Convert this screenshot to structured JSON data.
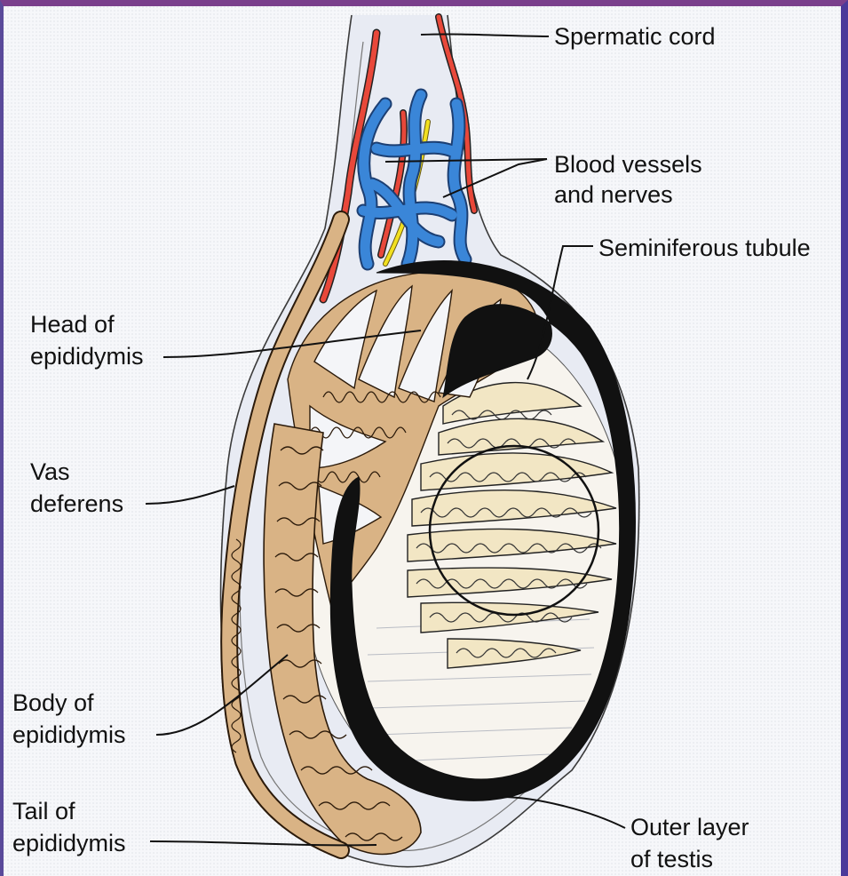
{
  "labels": {
    "spermatic_cord": "Spermatic cord",
    "blood_vessels_1": "Blood vessels",
    "blood_vessels_2": "and nerves",
    "seminiferous_tubule": "Seminiferous tubule",
    "head_epididymis_1": "Head of",
    "head_epididymis_2": "epididymis",
    "vas_deferens_1": "Vas",
    "vas_deferens_2": "deferens",
    "body_epididymis_1": "Body of",
    "body_epididymis_2": "epididymis",
    "tail_epididymis_1": "Tail of",
    "tail_epididymis_2": "epididymis",
    "outer_layer_1": "Outer layer",
    "outer_layer_2": "of testis"
  },
  "colors": {
    "background": "#f4f5f8",
    "frame": "#5a2a7a",
    "tubule_fill": "#d9b385",
    "testis_lobule_fill": "#f2e6c4",
    "vein": "#3a86d8",
    "artery": "#e8483a",
    "nerve": "#f2e020",
    "tunica": "#111111",
    "leader_line": "#111111"
  }
}
